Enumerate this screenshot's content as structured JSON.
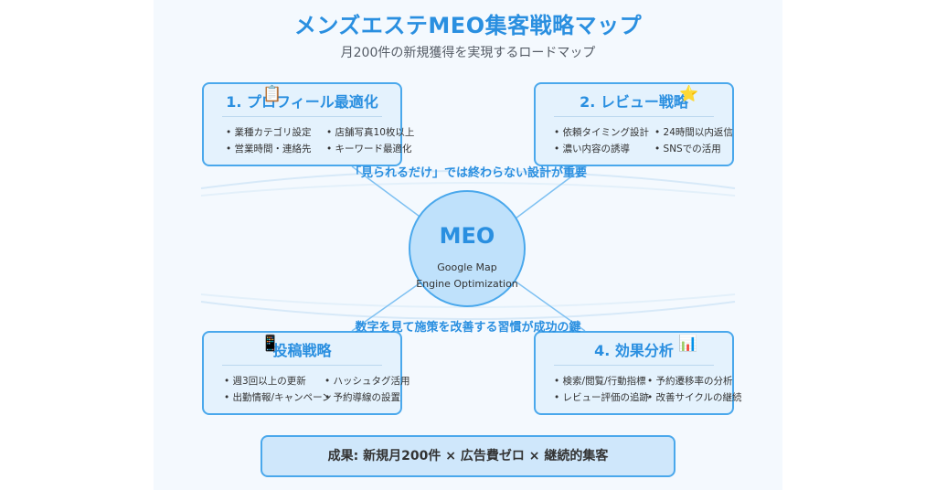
{
  "header": {
    "title": "メンズエステMEO集客戦略マップ",
    "subtitle": "月200件の新規獲得を実現するロードマップ"
  },
  "hub": {
    "title": "MEO",
    "line1": "Google Map",
    "line2": "Engine Optimization"
  },
  "notes": {
    "top": "「見られるだけ」では終わらない設計が重要",
    "bottom": "数字を見て施策を改善する習慣が成功の鍵"
  },
  "cards": [
    {
      "title": "1. プロフィール最適化",
      "icon": "clipboard-icon",
      "glyph": "📋",
      "items": [
        "業種カテゴリ設定",
        "店舗写真10枚以上",
        "営業時間・連絡先",
        "キーワード最適化"
      ]
    },
    {
      "title": "2. レビュー戦略",
      "icon": "star-icon",
      "glyph": "⭐",
      "items": [
        "依頼タイミング設計",
        "24時間以内返信",
        "濃い内容の誘導",
        "SNSでの活用"
      ]
    },
    {
      "title": "投稿戦略",
      "icon": "phone-icon",
      "glyph": "📱",
      "items": [
        "週3回以上の更新",
        "ハッシュタグ活用",
        "出勤情報/キャンペーン",
        "予約導線の設置"
      ]
    },
    {
      "title": "4. 効果分析",
      "icon": "bar-chart-icon",
      "glyph": "📊",
      "items": [
        "検索/閲覧/行動指標",
        "予約遷移率の分析",
        "レビュー評価の追跡",
        "改善サイクルの継続"
      ]
    }
  ],
  "result": {
    "text": "成果: 新規月200件 × 広告費ゼロ × 継続的集客"
  },
  "colors": {
    "accent": "#2a8fe0",
    "card_bg": "#e4f2fd",
    "hub_bg": "#bfe1fb",
    "border": "#4aa8ec"
  }
}
